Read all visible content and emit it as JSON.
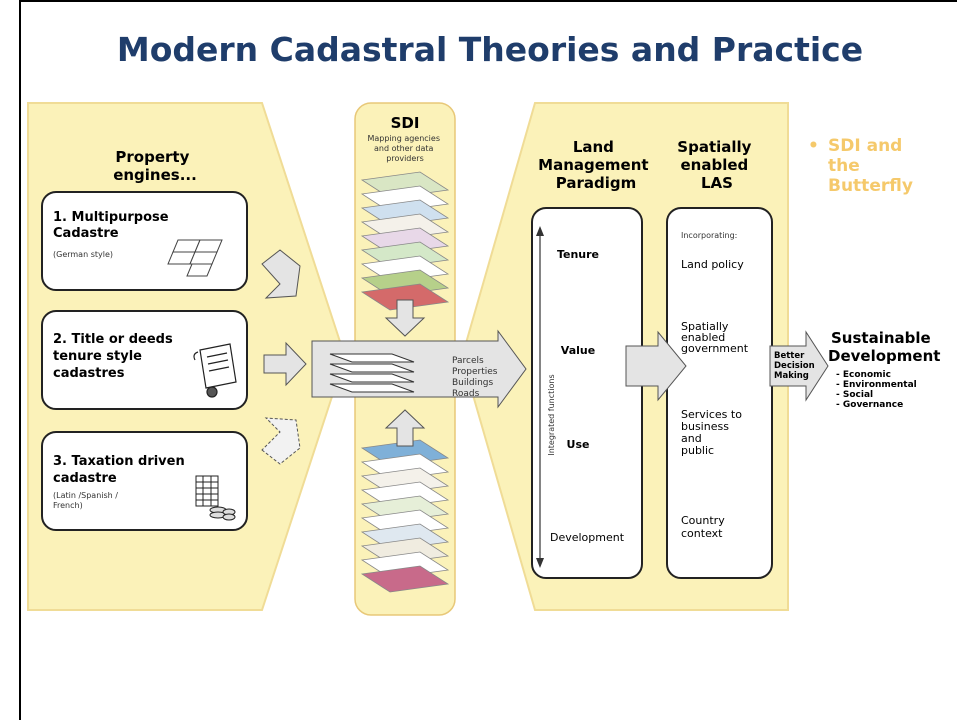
{
  "slide": {
    "title": "Modern Cadastral Theories and Practice",
    "bullet": "SDI and the Butterfly",
    "bullet_lines": [
      "SDI and",
      "the",
      "Butterfly"
    ],
    "bullet_color": "#f5c96b",
    "title_color": "#1f3d6b"
  },
  "diagram": {
    "left_panel": {
      "heading_lines": [
        "Property",
        "engines..."
      ],
      "boxes": [
        {
          "lines": [
            "1. Multipurpose",
            "Cadastre"
          ],
          "sub": [
            "(German style)"
          ],
          "icon": "parcel-grid-icon"
        },
        {
          "lines": [
            "2. Title or deeds",
            "tenure style",
            "cadastres"
          ],
          "sub": [],
          "icon": "certificate-icon"
        },
        {
          "lines": [
            "3. Taxation driven",
            "cadastre"
          ],
          "sub": [
            "(Latin /Spanish /",
            "French)"
          ],
          "icon": "building-coins-icon"
        }
      ]
    },
    "sdi": {
      "title": "SDI",
      "sub_lines": [
        "Mapping agencies",
        "and other data",
        "providers"
      ],
      "datasets": [
        "Parcels",
        "Properties",
        "Buildings",
        "Roads"
      ]
    },
    "lm_paradigm": {
      "heading_lines": [
        "Land",
        "Management",
        "Paradigm"
      ],
      "items": [
        "Tenure",
        "Value",
        "Use",
        "Development"
      ],
      "axis_label": "Integrated functions"
    },
    "spatial_las": {
      "heading_lines": [
        "Spatially",
        "enabled",
        "LAS"
      ],
      "intro": "Incorporating:",
      "items": [
        [
          "Land policy"
        ],
        [
          "Spatially",
          "enabled",
          "government"
        ],
        [
          "Services to",
          "business",
          "and",
          "public"
        ],
        [
          "Country",
          "context"
        ]
      ]
    },
    "decision_lines": [
      "Better",
      "Decision",
      "Making"
    ],
    "sustainable": {
      "heading_lines": [
        "Sustainable",
        "Development"
      ],
      "items": [
        "- Economic",
        "- Environmental",
        "- Social",
        "- Governance"
      ]
    },
    "colors": {
      "panel": "#fbf2b9",
      "panel_edge": "#f0dc96",
      "arrow": "#e4e4e4",
      "box_border": "#222222"
    }
  }
}
